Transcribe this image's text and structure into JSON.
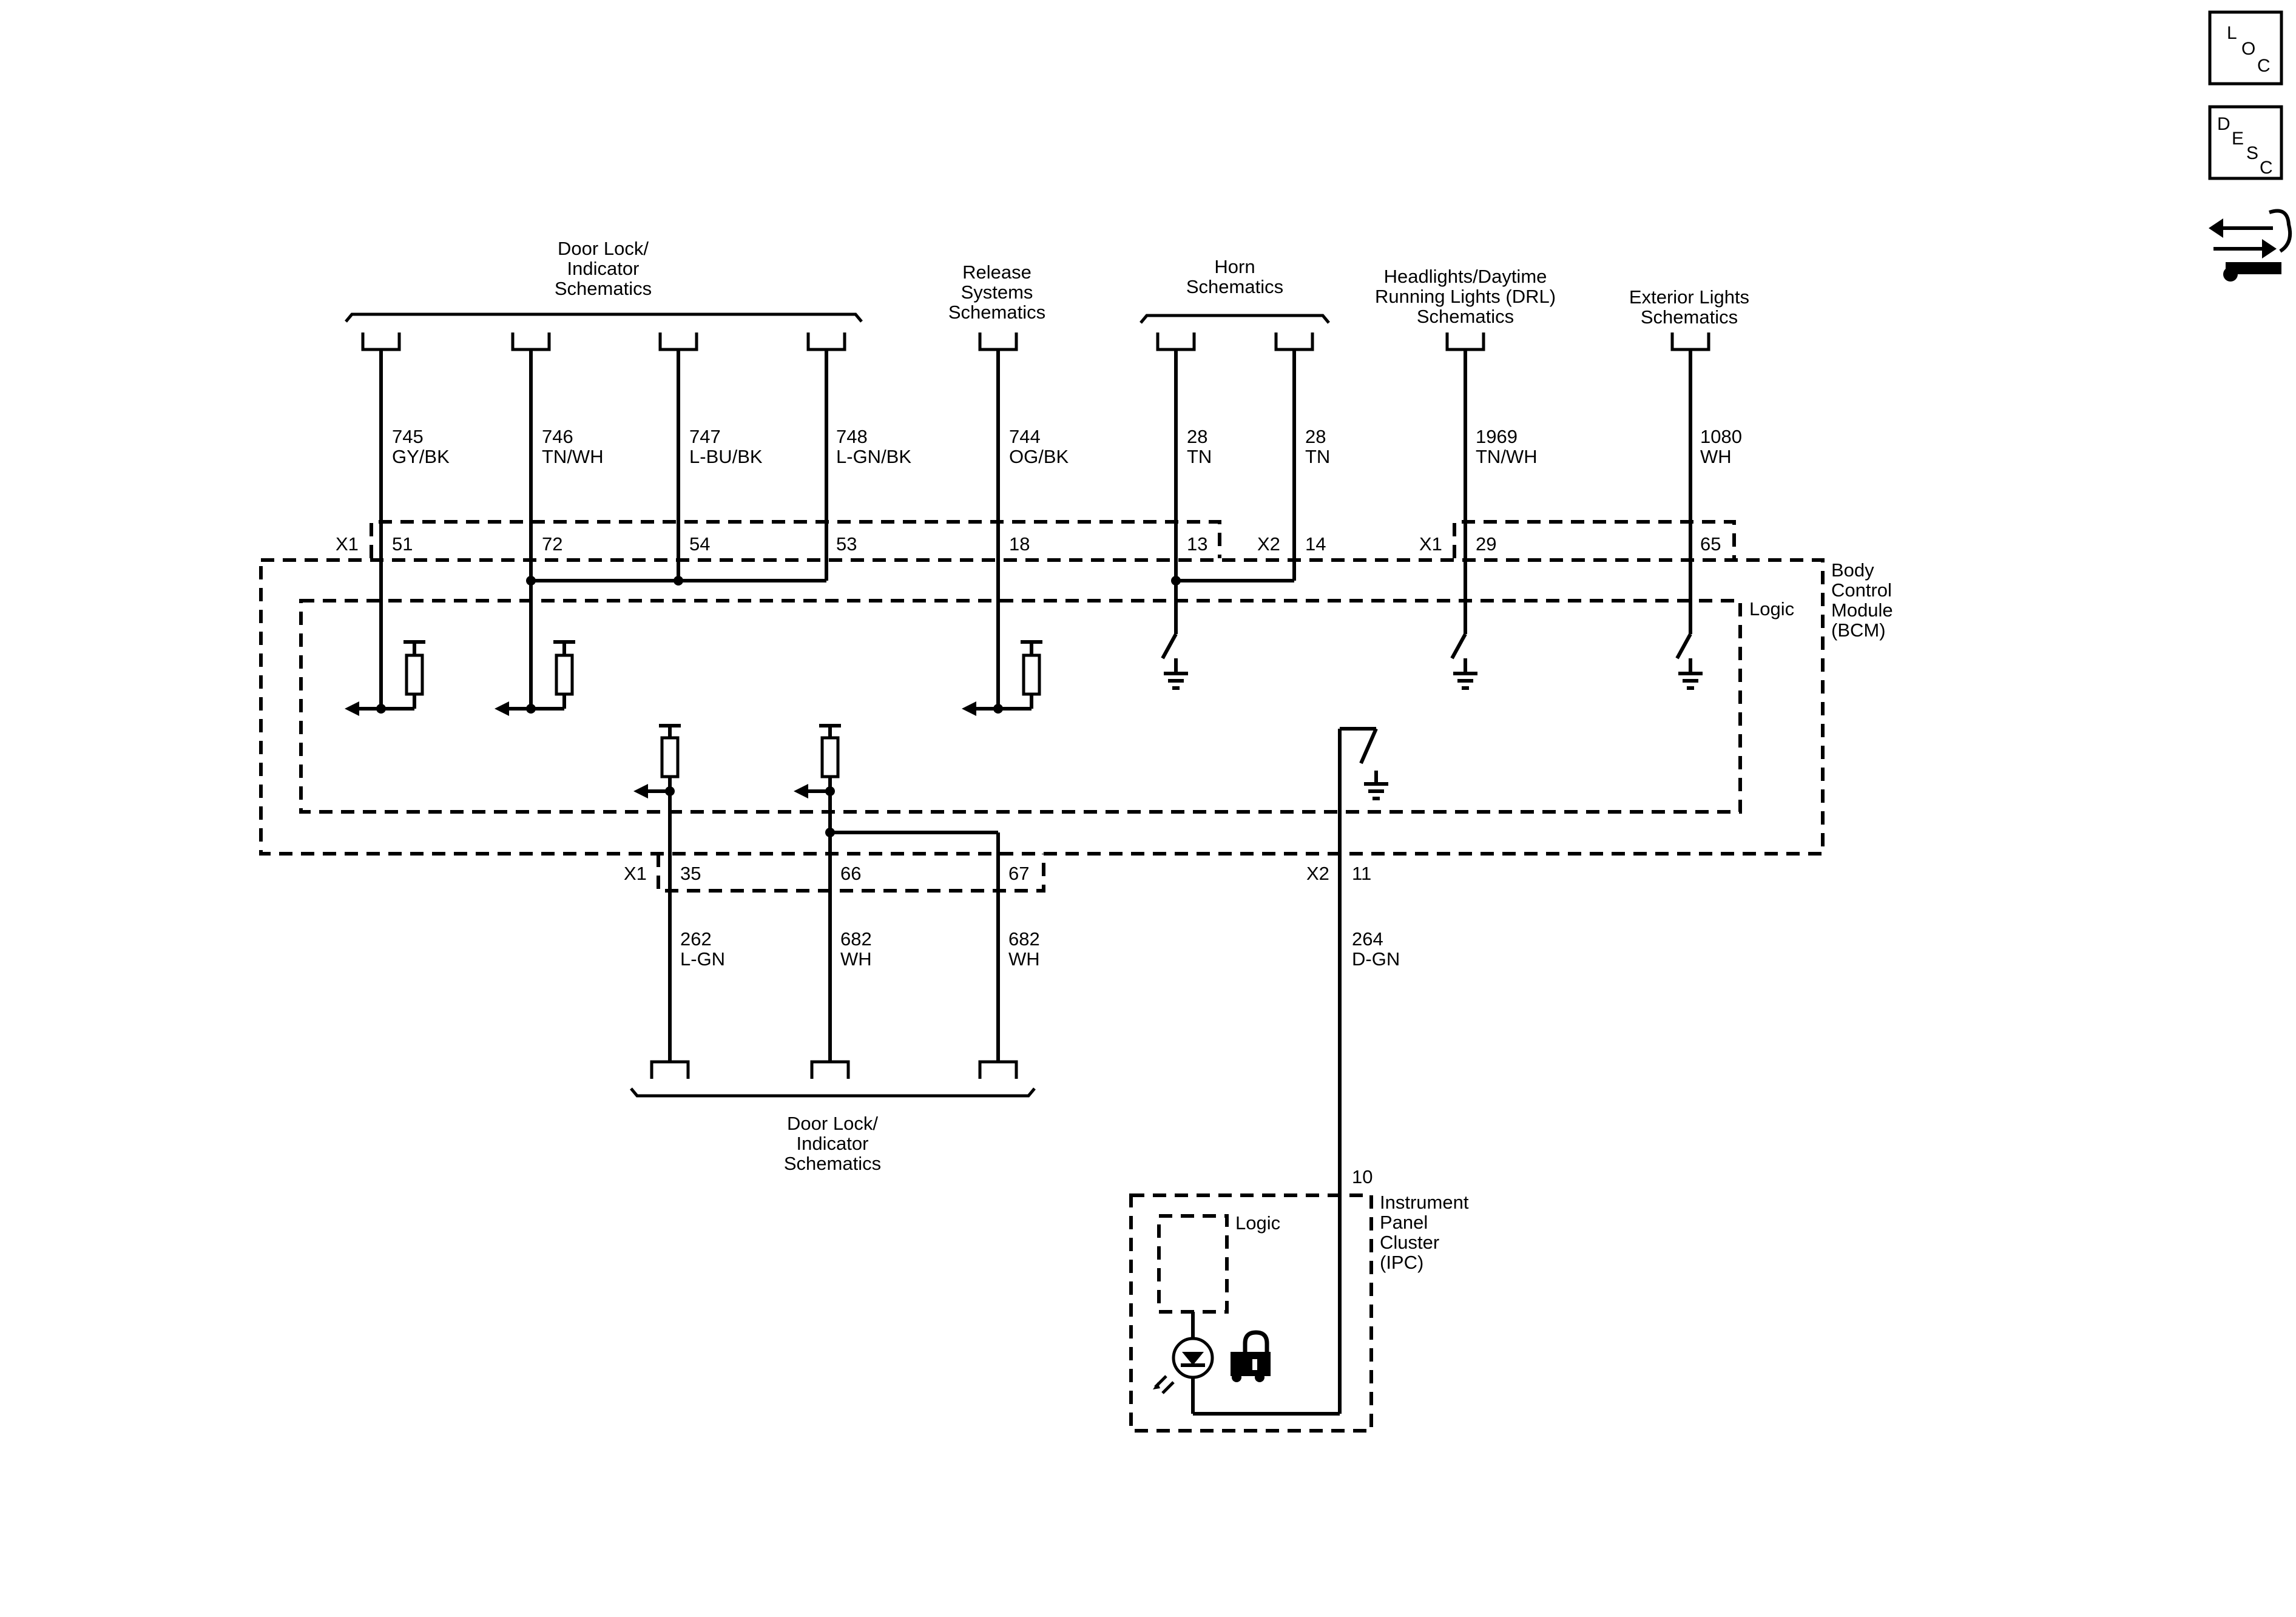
{
  "top_groups": {
    "door_lock_top": [
      "Door Lock/",
      "Indicator",
      "Schematics"
    ],
    "release": [
      "Release",
      "Systems",
      "Schematics"
    ],
    "horn": [
      "Horn",
      "Schematics"
    ],
    "headlights": [
      "Headlights/Daytime",
      "Running Lights (DRL)",
      "Schematics"
    ],
    "exterior": [
      "Exterior Lights",
      "Schematics"
    ],
    "door_lock_bottom": [
      "Door Lock/",
      "Indicator",
      "Schematics"
    ]
  },
  "wires_top": [
    {
      "circuit": "745",
      "color": "GY/BK"
    },
    {
      "circuit": "746",
      "color": "TN/WH"
    },
    {
      "circuit": "747",
      "color": "L-BU/BK"
    },
    {
      "circuit": "748",
      "color": "L-GN/BK"
    },
    {
      "circuit": "744",
      "color": "OG/BK"
    },
    {
      "circuit": "28",
      "color": "TN"
    },
    {
      "circuit": "28",
      "color": "TN"
    },
    {
      "circuit": "1969",
      "color": "TN/WH"
    },
    {
      "circuit": "1080",
      "color": "WH"
    }
  ],
  "wires_bottom": [
    {
      "circuit": "262",
      "color": "L-GN"
    },
    {
      "circuit": "682",
      "color": "WH"
    },
    {
      "circuit": "682",
      "color": "WH"
    },
    {
      "circuit": "264",
      "color": "D-GN"
    }
  ],
  "connectors": {
    "x1": "X1",
    "x2": "X2"
  },
  "pins_top": [
    "51",
    "72",
    "54",
    "53",
    "18",
    "13",
    "14",
    "29",
    "65"
  ],
  "pins_bottom": [
    "35",
    "66",
    "67",
    "11"
  ],
  "ipc_pin": "10",
  "bcm_label": [
    "Body",
    "Control",
    "Module",
    "(BCM)"
  ],
  "logic_label": "Logic",
  "ipc_label": [
    "Instrument",
    "Panel",
    "Cluster",
    "(IPC)"
  ],
  "ipc_logic_label": "Logic",
  "side_icons": {
    "loc": [
      "L",
      "O",
      "C"
    ],
    "desc": [
      "D",
      "E",
      "S",
      "C"
    ]
  }
}
